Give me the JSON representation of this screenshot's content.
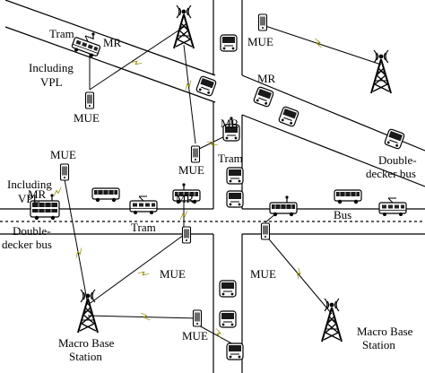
{
  "labels": {
    "tram_top": "Tram",
    "mr_top": "MR",
    "including_vpl_top_line1": "Including",
    "including_vpl_top_line2": "VPL",
    "mue_top_left": "MUE",
    "mue_top_right": "MUE",
    "mr_center": "MR",
    "mr_right_tram": "MR",
    "mue_center": "MUE",
    "tram_center": "Tram",
    "double_decker_right_line1": "Double-",
    "double_decker_right_line2": "decker bus",
    "mue_left": "MUE",
    "including_vpl_left_line1": "Including",
    "including_vpl_left_line2": "VPL",
    "mr_left_bus": "MR",
    "mr_lower_tram": "MR",
    "double_decker_left_line1": "Double-",
    "double_decker_left_line2": "decker bus",
    "tram_lower": "Tram",
    "bus_right": "Bus",
    "mue_lower_center": "MUE",
    "mue_lower_right": "MUE",
    "mue_bottom": "MUE",
    "macro_bs_left_line1": "Macro Base",
    "macro_bs_left_line2": "Station",
    "macro_bs_right_line1": "Macro Base",
    "macro_bs_right_line2": "Station"
  },
  "colors": {
    "road_line": "#000000",
    "link_line": "#000000",
    "wireless_bolt": "#f2e600",
    "vehicle_fill": "#ffffff",
    "vehicle_dark": "#1a1a1a"
  },
  "icons": [
    "tower-icon",
    "phone-icon",
    "tram-icon",
    "bus-icon",
    "double-decker-icon",
    "lightning-icon"
  ]
}
